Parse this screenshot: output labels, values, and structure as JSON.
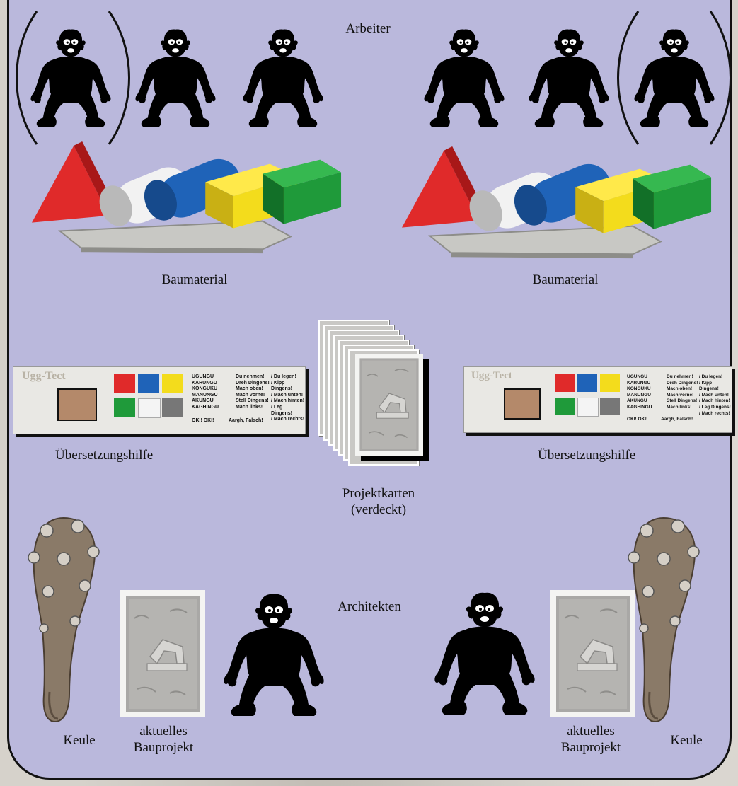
{
  "labels": {
    "workers": "Arbeiter",
    "material_left": "Baumaterial",
    "material_right": "Baumaterial",
    "translation_left": "Übersetzungshilfe",
    "translation_right": "Übersetzungshilfe",
    "project_cards_line1": "Projektkarten",
    "project_cards_line2": "(verdeckt)",
    "architects": "Architekten",
    "club_left": "Keule",
    "club_right": "Keule",
    "current_project_left_line1": "aktuelles",
    "current_project_left_line2": "Bauprojekt",
    "current_project_right_line1": "aktuelles",
    "current_project_right_line2": "Bauprojekt"
  },
  "translation_aid": {
    "title": "Ugg-Tect",
    "words": [
      "UGUNGU",
      "KARUNGU",
      "KONGUKU",
      "MANUNGU",
      "AKUNGU",
      "KAGHINGU"
    ],
    "meanings": [
      "Du nehmen!",
      "Dreh Dingens!",
      "Mach oben!",
      "Mach vorne!",
      "Stell Dingens!",
      "Mach links!"
    ],
    "opposites": [
      "/ Du legen!",
      "/ Kipp Dingens!",
      "/ Mach unten!",
      "/ Mach hinten!",
      "/ Leg Dingens!",
      "/ Mach rechts!"
    ],
    "ok": "OKI! OKI!",
    "wrong": "Aargh, Falsch!"
  },
  "colors": {
    "background": "#bab8dc",
    "red": "#e02a2a",
    "white": "#f2f2f2",
    "blue": "#1f63b8",
    "yellow": "#f3dc1c",
    "green": "#1f9a3a",
    "slab": "#c8c8c4",
    "silhouette": "#000000"
  },
  "icons": [
    "caveman-silhouette",
    "building-block-set",
    "translation-strip",
    "card-stack",
    "club",
    "project-card"
  ]
}
